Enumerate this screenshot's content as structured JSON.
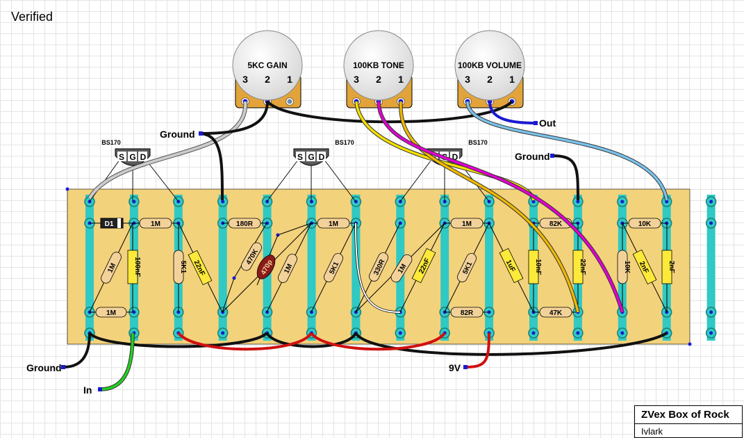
{
  "status": "Verified",
  "title": "ZVex Box of Rock",
  "author": "Ivlark",
  "colors": {
    "board": "#f3d27c",
    "strip": "#30c9c4",
    "resistor": "#f3d29a",
    "capacitor": "#fde93a",
    "electrolytic": "#8b1a1a",
    "pot_body": "#e2a43a",
    "wire_black": "#111111",
    "wire_grey": "#cccccc",
    "wire_yellow": "#f5e100",
    "wire_orange": "#f0b800",
    "wire_magenta": "#e000d0",
    "wire_lightblue": "#7ac3ec",
    "wire_blue": "#1a1ad0",
    "wire_red": "#d01010",
    "wire_green": "#22d022"
  },
  "pots": [
    {
      "label": "5KC GAIN",
      "pins": [
        "3",
        "2",
        "1"
      ]
    },
    {
      "label": "100KB TONE",
      "pins": [
        "3",
        "2",
        "1"
      ]
    },
    {
      "label": "100KB VOLUME",
      "pins": [
        "3",
        "2",
        "1"
      ]
    }
  ],
  "transistors": [
    {
      "label": "BS170",
      "pins": [
        "S",
        "G",
        "D"
      ]
    },
    {
      "label": "BS170",
      "pins": [
        "S",
        "G",
        "D"
      ]
    },
    {
      "label": "BS170",
      "pins": [
        "S",
        "G",
        "D"
      ]
    }
  ],
  "offboard": {
    "ground_top": "Ground",
    "ground_right": "Ground",
    "ground_left": "Ground",
    "out": "Out",
    "in": "In",
    "power": "9V"
  },
  "components": {
    "d1": "D1",
    "r_1m_a": "1M",
    "r_180r": "180R",
    "r_1m_b": "1M",
    "r_1m_c": "1M",
    "r_82k_top": "82K",
    "r_10k_top": "10K",
    "r_1m_v1": "1M",
    "c_100nf": "100nF",
    "r_5k1_a": "5K1",
    "c_22nf_a": "22nF",
    "r_470k": "470K",
    "c_470p": "470p",
    "r_1m_v2": "1M",
    "r_5k1_b": "5K1",
    "r_330r": "330R",
    "r_1m_v3": "1M",
    "c_22nf_b": "22nF",
    "r_5k1_c": "5K1",
    "c_1uf": "1uF",
    "c_10nf": "10nF",
    "c_22nf_c": "22nF",
    "r_10k_v": "10K",
    "c_2nf_a": "2nF",
    "c_2nf_b": "2nF",
    "r_1m_bottom": "1M",
    "r_82r": "82R",
    "r_47k": "47K"
  }
}
